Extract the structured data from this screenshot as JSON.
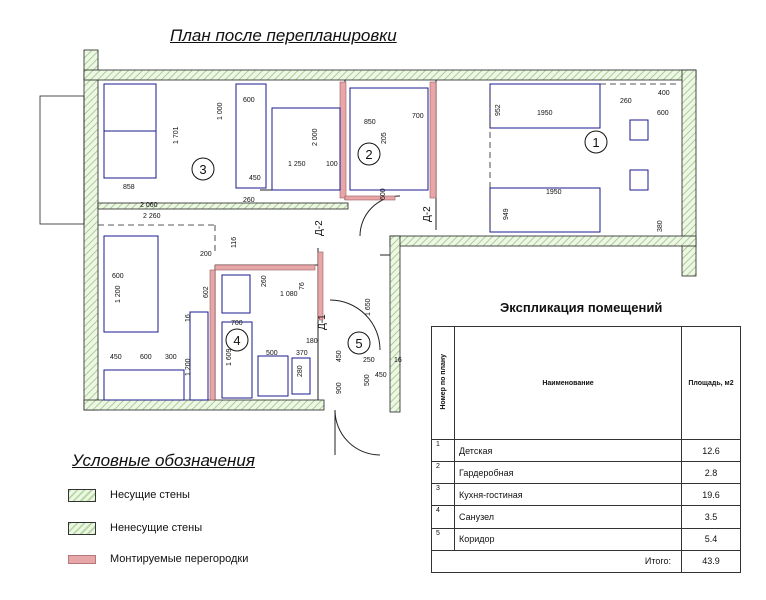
{
  "plan_title": "План после перепланировки",
  "room_numbers": [
    "1",
    "2",
    "3",
    "4",
    "5"
  ],
  "door_labels": {
    "d2_a": "Д-2",
    "d2_b": "Д-2",
    "d1": "Д-1"
  },
  "dimensions": {
    "d600": "600",
    "d1000": "1 000",
    "d1701": "1 701",
    "d858": "858",
    "d2000": "2 000",
    "d1250": "1 250",
    "d100": "100",
    "d850": "850",
    "d450a": "450",
    "d260": "260",
    "d2060": "2 060",
    "d2260": "2 260",
    "d700": "700",
    "d1950a": "1950",
    "d400": "400",
    "d260b": "260",
    "d600b": "600",
    "d1950b": "1950",
    "d949": "949",
    "d952": "952",
    "d380": "380",
    "d116": "116",
    "d200": "200",
    "d602": "602",
    "d1080": "1 080",
    "d76": "76",
    "d260c": "260",
    "d1650": "1 650",
    "d1200": "1 200",
    "d600c": "600",
    "d450b": "450",
    "d600d": "600",
    "d300": "300",
    "d16a": "16",
    "d1200b": "1 200",
    "d700b": "700",
    "d1609": "1 609",
    "d500": "500",
    "d370": "370",
    "d180": "180",
    "d450c": "450",
    "d250": "250",
    "d16b": "16",
    "d500b": "500",
    "d900": "900",
    "d450d": "450",
    "d280": "280",
    "d600e": "600",
    "d205": "205"
  },
  "legend": {
    "title": "Условные обозначения",
    "items": [
      {
        "label": "Несущие стены",
        "swatch": "hatch"
      },
      {
        "label": "Ненесущие стены",
        "swatch": "hatch"
      },
      {
        "label": "Монтируемые перегородки",
        "swatch": "pink"
      }
    ]
  },
  "explication": {
    "title": "Экспликация помещений",
    "header": {
      "num": "Номер по плану",
      "name": "Наименование",
      "area": "Площадь, м2"
    },
    "rows": [
      {
        "num": "1",
        "name": "Детская",
        "area": "12.6"
      },
      {
        "num": "2",
        "name": "Гардеробная",
        "area": "2.8"
      },
      {
        "num": "3",
        "name": "Кухня-гостиная",
        "area": "19.6"
      },
      {
        "num": "4",
        "name": "Санузел",
        "area": "3.5"
      },
      {
        "num": "5",
        "name": "Коридор",
        "area": "5.4"
      }
    ],
    "total_label": "Итого:",
    "total_value": "43.9"
  },
  "colors": {
    "wall_hatch": "#b7d9a3",
    "partition": "#e7a7a9",
    "furniture": "#1a1a8c",
    "line": "#222222"
  }
}
